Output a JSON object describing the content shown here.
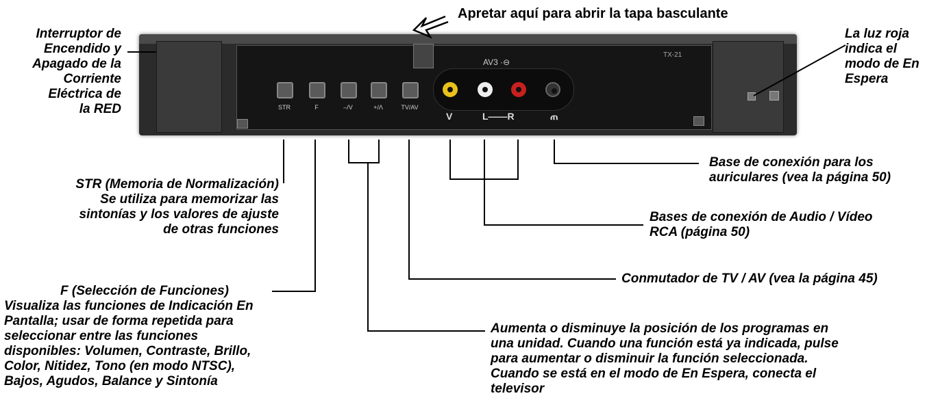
{
  "callouts": {
    "top": "Apretar aquí para abrir la tapa basculante",
    "power": [
      "Interruptor de",
      "Encendido y",
      "Apagado de la",
      "Corriente",
      "Eléctrica de",
      "la RED"
    ],
    "standby": [
      "La luz roja",
      "indica el",
      "modo de En",
      "Espera"
    ],
    "str": [
      "STR (Memoria de Normalización)",
      "Se utiliza para memorizar las",
      "sintonías y los valores de ajuste",
      "de otras funciones"
    ],
    "f": [
      "F (Selección de Funciones)",
      "Visualiza las funciones de Indicación En",
      "Pantalla; usar de forma repetida para",
      "seleccionar entre las funciones",
      "disponibles: Volumen, Contraste, Brillo,",
      "Color, Nitidez, Tono (en modo NTSC),",
      "Bajos, Agudos, Balance y Sintonía"
    ],
    "headphone": [
      "Base de conexión para los",
      "auriculares (vea la página 50)"
    ],
    "av_rca": [
      "Bases de conexión de Audio / Vídeo",
      "RCA (página 50)"
    ],
    "tvav": "Conmutador de TV / AV (vea la página 45)",
    "updown": [
      "Aumenta o disminuye la posición de los programas en",
      "una unidad. Cuando una función está ya indicada, pulse",
      "para aumentar o disminuir la función seleccionada.",
      "Cuando se está en el modo de En Espera, conecta el",
      "televisor"
    ]
  },
  "panel": {
    "buttons": [
      "STR",
      "F",
      "–/V",
      "+/Λ",
      "TV/AV"
    ],
    "av_label": "AV3 ·⊖",
    "jacks": [
      "V",
      "L——R",
      "ጠ"
    ],
    "model_tag": "TX-21",
    "jack_colors": {
      "video": "#e8c21a",
      "left": "#eeeeee",
      "right": "#c8201e"
    }
  }
}
